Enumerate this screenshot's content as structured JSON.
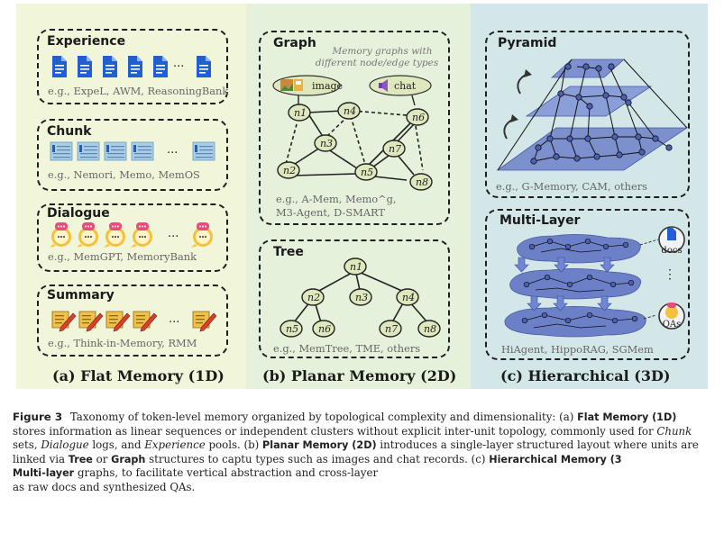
{
  "panel_a": {
    "label": "(a) Flat Memory (1D)",
    "experience": {
      "title": "Experience",
      "eg": "e.g., ExpeL, AWM, ReasoningBank",
      "icon": "document-icon"
    },
    "chunk": {
      "title": "Chunk",
      "eg": "e.g., Nemori, Memo, MemOS",
      "icon": "text-chunk-icon"
    },
    "dialogue": {
      "title": "Dialogue",
      "eg": "e.g., MemGPT, MemoryBank",
      "icon": "chat-bubble-icon"
    },
    "summary": {
      "title": "Summary",
      "eg": "e.g., Think-in-Memory, RMM",
      "icon": "note-pencil-icon"
    },
    "ellipsis": "···"
  },
  "panel_b": {
    "label": "(b) Planar Memory (2D)",
    "graph": {
      "title": "Graph",
      "note_line1": "Memory graphs with",
      "note_line2": "different node/edge types",
      "image_tag": "image",
      "chat_tag": "chat",
      "nodes": [
        "n1",
        "n2",
        "n3",
        "n4",
        "n5",
        "n6",
        "n7",
        "n8"
      ],
      "eg_line1": "e.g., A-Mem, Memo^g,",
      "eg_line2": "M3-Agent, D-SMART"
    },
    "tree": {
      "title": "Tree",
      "nodes": [
        "n1",
        "n2",
        "n3",
        "n4",
        "n5",
        "n6",
        "n7",
        "n8"
      ],
      "eg": "e.g., MemTree, TME, others"
    }
  },
  "panel_c": {
    "label": "(c) Hierarchical (3D)",
    "pyramid": {
      "title": "Pyramid",
      "eg": "e.g., G-Memory, CAM, others"
    },
    "multilayer": {
      "title": "Multi-Layer",
      "docs": "docs",
      "qas": "QAs",
      "vdots": "⋮",
      "eg": "HiAgent, HippoRAG, SGMem"
    }
  },
  "caption": {
    "fig": "Figure 3",
    "t1": "Taxonomy of token-level memory organized by topological complexity and dimensionality: (a)",
    "b1": "Flat Memory",
    "b1b": "(1D)",
    "t2": "stores information as linear sequences or independent clusters without explicit inter-unit topology, commonly used for",
    "i1": "Chunk",
    "t3": "sets,",
    "i2": "Dialogue",
    "t4": "logs, and",
    "i3": "Experience",
    "t5": "pools. (b)",
    "b2": "Planar Memory (2D)",
    "t6": "introduces a single-layer structured layout where units are linked via",
    "b3": "Tree",
    "t7": "or",
    "b4": "Graph",
    "t8": "structures to captu",
    "t9": "types such as images and chat records. (c)",
    "b5": "Hierarchical Memory (3",
    "b6": "Multi-layer",
    "t10": "graphs, to facilitate vertical abstraction and cross-layer",
    "t11": "as raw docs and synthesized QAs."
  }
}
